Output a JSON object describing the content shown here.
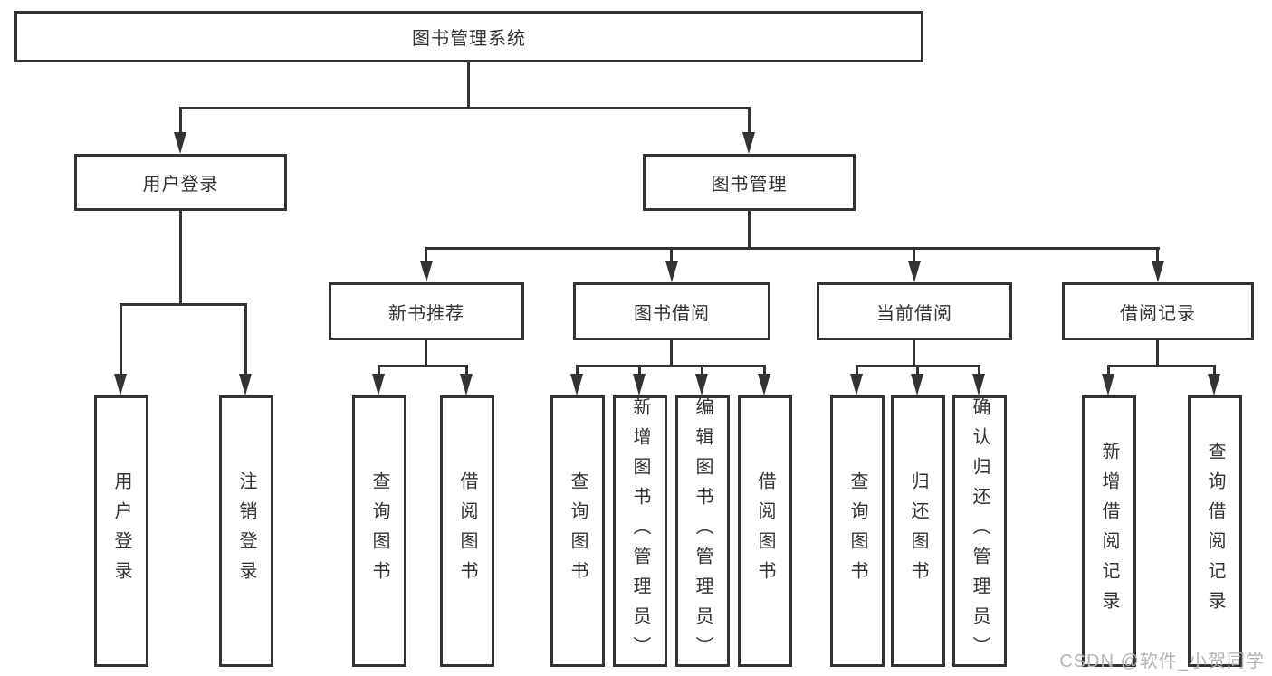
{
  "diagram": {
    "title": "图书管理系统",
    "root": "图书管理系统",
    "level2": {
      "user_login": "用户登录",
      "book_management": "图书管理"
    },
    "level3": {
      "new_book_recommend": "新书推荐",
      "book_borrowing": "图书借阅",
      "current_borrowing": "当前借阅",
      "borrowing_records": "借阅记录"
    },
    "leaves": {
      "user_login": [
        "用户登录",
        "注销登录"
      ],
      "new_book_recommend": [
        "查询图书",
        "借阅图书"
      ],
      "book_borrowing": [
        "查询图书",
        "新增图书（管理员）",
        "编辑图书（管理员）",
        "借阅图书"
      ],
      "current_borrowing": [
        "查询图书",
        "归还图书",
        "确认归还（管理员）"
      ],
      "borrowing_records": [
        "新增借阅记录",
        "查询借阅记录"
      ]
    }
  },
  "watermark": "CSDN @软件_小贺同学",
  "colors": {
    "line": "#333333",
    "text": "#333333",
    "background": "#ffffff",
    "box_background": "#ffffff",
    "watermark": "#b5b5b5"
  }
}
